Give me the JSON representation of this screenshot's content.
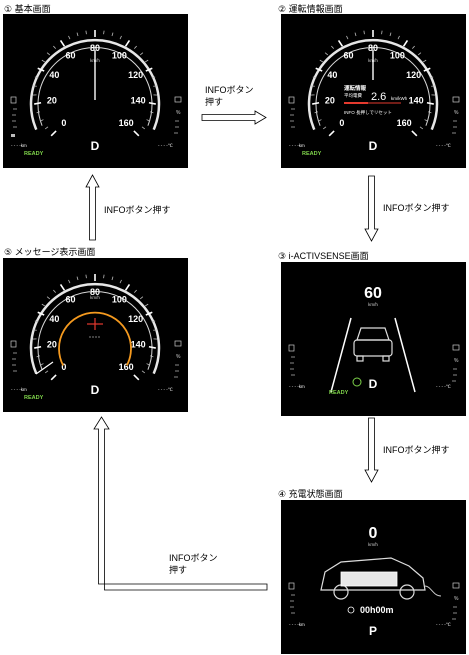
{
  "screens": [
    {
      "num": "①",
      "title": "基本画面"
    },
    {
      "num": "②",
      "title": "運転情報画面"
    },
    {
      "num": "③",
      "title": "i-ACTIVSENSE画面"
    },
    {
      "num": "④",
      "title": "充電状態画面"
    },
    {
      "num": "⑤",
      "title": "メッセージ表示画面"
    }
  ],
  "arrow_labels": {
    "a1_to_2": "INFOボタン\n押す",
    "a2_to_3": "INFOボタン押す",
    "a3_to_4": "INFOボタン押す",
    "a4_to_5": "INFOボタン\n押す",
    "a5_to_1": "INFOボタン押す"
  },
  "cluster": {
    "speed_ticks": [
      "0",
      "20",
      "40",
      "60",
      "80",
      "100",
      "120",
      "140",
      "160"
    ],
    "unit": "km/h",
    "gear_drive": "D",
    "gear_park": "P",
    "ready": "READY",
    "odo": "- - - -km",
    "temp": "- - - -℃",
    "percent": "%"
  },
  "driving_info": {
    "title": "運転情報",
    "sub": "平均電費",
    "value": "2.6",
    "unit": "km/kWh",
    "hold": "INFO 長押しでリセット"
  },
  "activsense": {
    "speed": "60",
    "unit": "km/h"
  },
  "charge": {
    "speed": "0",
    "unit": "km/h",
    "time": "00h00m"
  },
  "colors": {
    "ready": "#7ED34A",
    "orange": "#F59A1F",
    "red": "#E53A2E"
  }
}
